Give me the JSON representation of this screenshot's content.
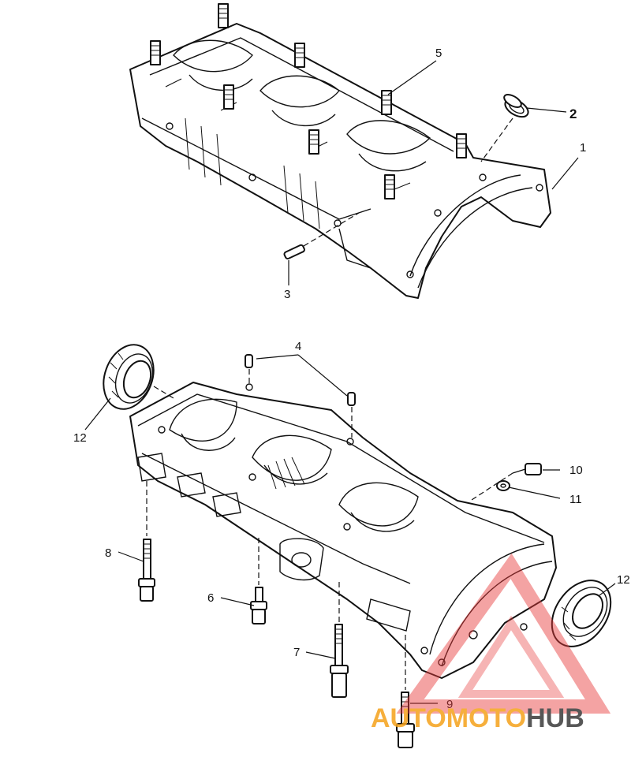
{
  "callouts": {
    "c1": "1",
    "c2": "2",
    "c3": "3",
    "c4": "4",
    "c5": "5",
    "c6": "6",
    "c7": "7",
    "c8": "8",
    "c9": "9",
    "c10": "10",
    "c11": "11",
    "c12_left": "12",
    "c12_right": "12"
  },
  "watermark": {
    "part1": "AUTO",
    "part2": "MOTO",
    "part3": "HUB",
    "color_orange": "#f5a21b",
    "color_red": "#e83b3b",
    "color_dark": "#3a3a3a"
  }
}
